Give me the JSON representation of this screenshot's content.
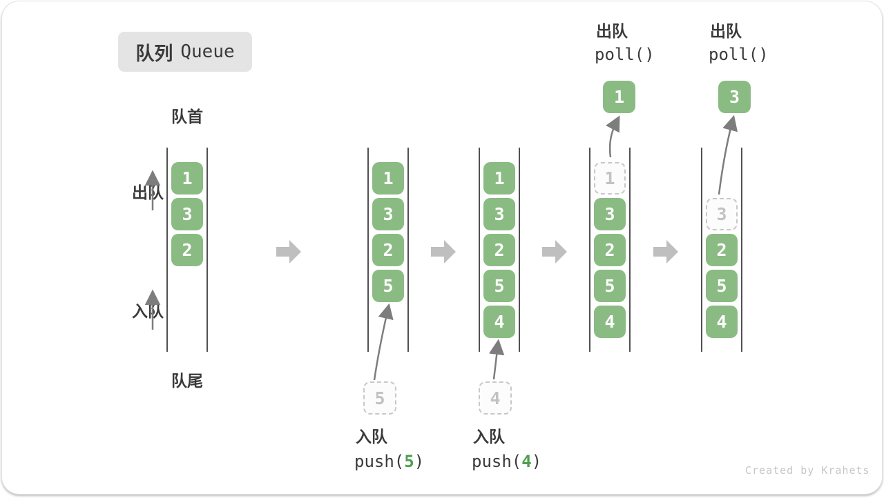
{
  "title": {
    "zh": "队列",
    "en": "Queue"
  },
  "rail_labels": {
    "front": "队首",
    "rear": "队尾",
    "dequeue": "出队",
    "enqueue": "入队"
  },
  "queues": [
    {
      "slots": [
        {
          "slot": 1,
          "v": "1",
          "t": "filled"
        },
        {
          "slot": 2,
          "v": "3",
          "t": "filled"
        },
        {
          "slot": 3,
          "v": "2",
          "t": "filled"
        }
      ]
    },
    {
      "slots": [
        {
          "slot": 1,
          "v": "1",
          "t": "filled"
        },
        {
          "slot": 2,
          "v": "3",
          "t": "filled"
        },
        {
          "slot": 3,
          "v": "2",
          "t": "filled"
        },
        {
          "slot": 4,
          "v": "5",
          "t": "filled"
        }
      ]
    },
    {
      "slots": [
        {
          "slot": 1,
          "v": "1",
          "t": "filled"
        },
        {
          "slot": 2,
          "v": "3",
          "t": "filled"
        },
        {
          "slot": 3,
          "v": "2",
          "t": "filled"
        },
        {
          "slot": 4,
          "v": "5",
          "t": "filled"
        },
        {
          "slot": 5,
          "v": "4",
          "t": "filled"
        }
      ]
    },
    {
      "slots": [
        {
          "slot": 1,
          "v": "1",
          "t": "dashed"
        },
        {
          "slot": 2,
          "v": "3",
          "t": "filled"
        },
        {
          "slot": 3,
          "v": "2",
          "t": "filled"
        },
        {
          "slot": 4,
          "v": "5",
          "t": "filled"
        },
        {
          "slot": 5,
          "v": "4",
          "t": "filled"
        }
      ]
    },
    {
      "slots": [
        {
          "slot": 2,
          "v": "3",
          "t": "dashed"
        },
        {
          "slot": 3,
          "v": "2",
          "t": "filled"
        },
        {
          "slot": 4,
          "v": "5",
          "t": "filled"
        },
        {
          "slot": 5,
          "v": "4",
          "t": "filled"
        }
      ]
    }
  ],
  "operations": {
    "push5": {
      "label": "入队",
      "code_open": "push(",
      "arg": "5",
      "code_close": ")",
      "staging": "5"
    },
    "push4": {
      "label": "入队",
      "code_open": "push(",
      "arg": "4",
      "code_close": ")",
      "staging": "4"
    },
    "poll1": {
      "label": "出队",
      "code": "poll()",
      "result": "1"
    },
    "poll2": {
      "label": "出队",
      "code": "poll()",
      "result": "3"
    }
  },
  "footer": "Created by Krahets",
  "colors": {
    "box_green": "#8ABB83",
    "code_arg_green": "#4F9E4F",
    "flow_arrow_gray": "#BFBFBF",
    "curve_arrow_gray": "#7D7D7D",
    "text_dark": "#3A3A3A",
    "dashed_border": "#C8C8C8",
    "dashed_text": "#C2C2C2",
    "badge_bg": "#E4E4E4",
    "footer_gray": "#C6C6C6"
  }
}
